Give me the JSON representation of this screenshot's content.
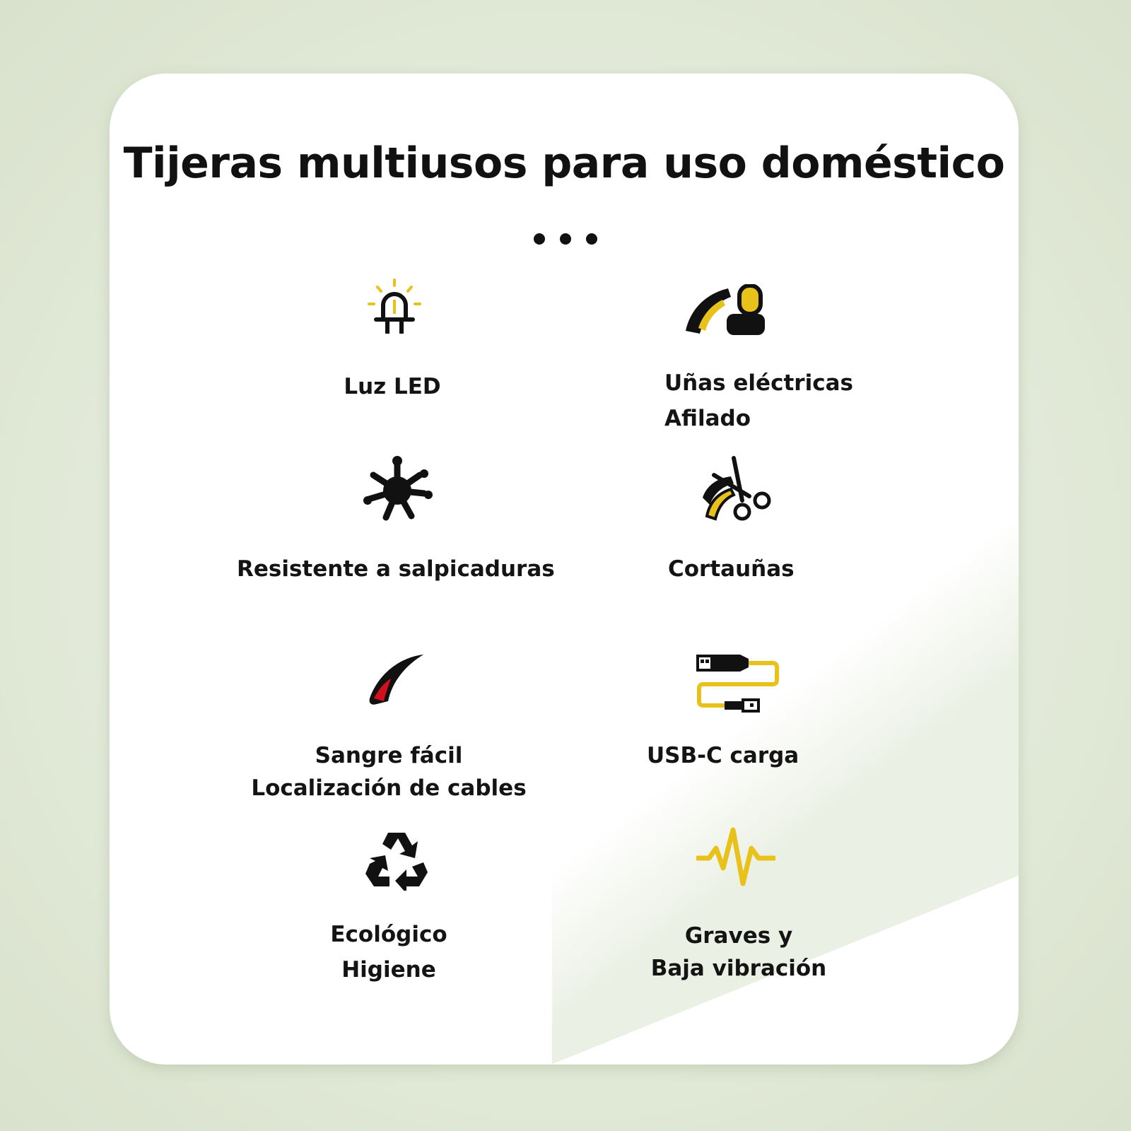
{
  "title": "Tijeras multiusos para uso doméstico",
  "accent_yellow": "#e8c21a",
  "accent_red": "#d0101a",
  "features": [
    {
      "icon": "led-light-icon",
      "lines": [
        "Luz LED"
      ]
    },
    {
      "icon": "electric-nail-grinder-icon",
      "lines": [
        "Uñas eléctricas",
        "Afilado"
      ]
    },
    {
      "icon": "splash-resistant-icon",
      "lines": [
        "Resistente a salpicaduras"
      ]
    },
    {
      "icon": "nail-clipper-scissors-icon",
      "lines": [
        "Cortauñas"
      ]
    },
    {
      "icon": "quick-bleed-icon",
      "lines": [
        "Sangre fácil",
        "Localización de cables"
      ]
    },
    {
      "icon": "usb-cable-icon",
      "lines": [
        "USB-C carga"
      ]
    },
    {
      "icon": "recycle-icon",
      "lines": [
        "Ecológico",
        "Higiene"
      ]
    },
    {
      "icon": "vibration-wave-icon",
      "lines": [
        "Graves y",
        "Baja vibración"
      ]
    }
  ]
}
